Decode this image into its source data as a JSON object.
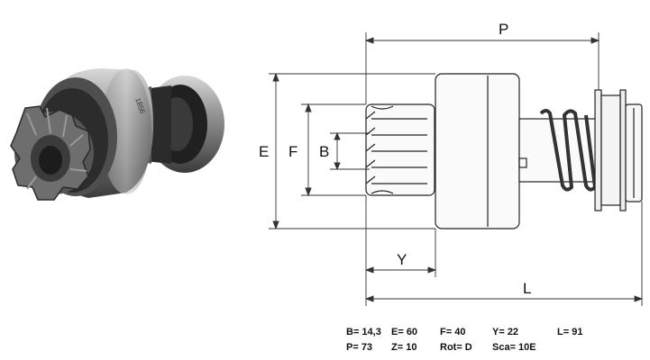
{
  "dimension_labels": {
    "P": "P",
    "E": "E",
    "F": "F",
    "B": "B",
    "Y": "Y",
    "L": "L"
  },
  "specs": {
    "row1": [
      "B= 14,3",
      "E= 60",
      "F= 40",
      "Y= 22",
      "L= 91"
    ],
    "row2": [
      "P= 73",
      "Z= 10",
      "Rot= D",
      "Sca= 10E"
    ]
  }
}
